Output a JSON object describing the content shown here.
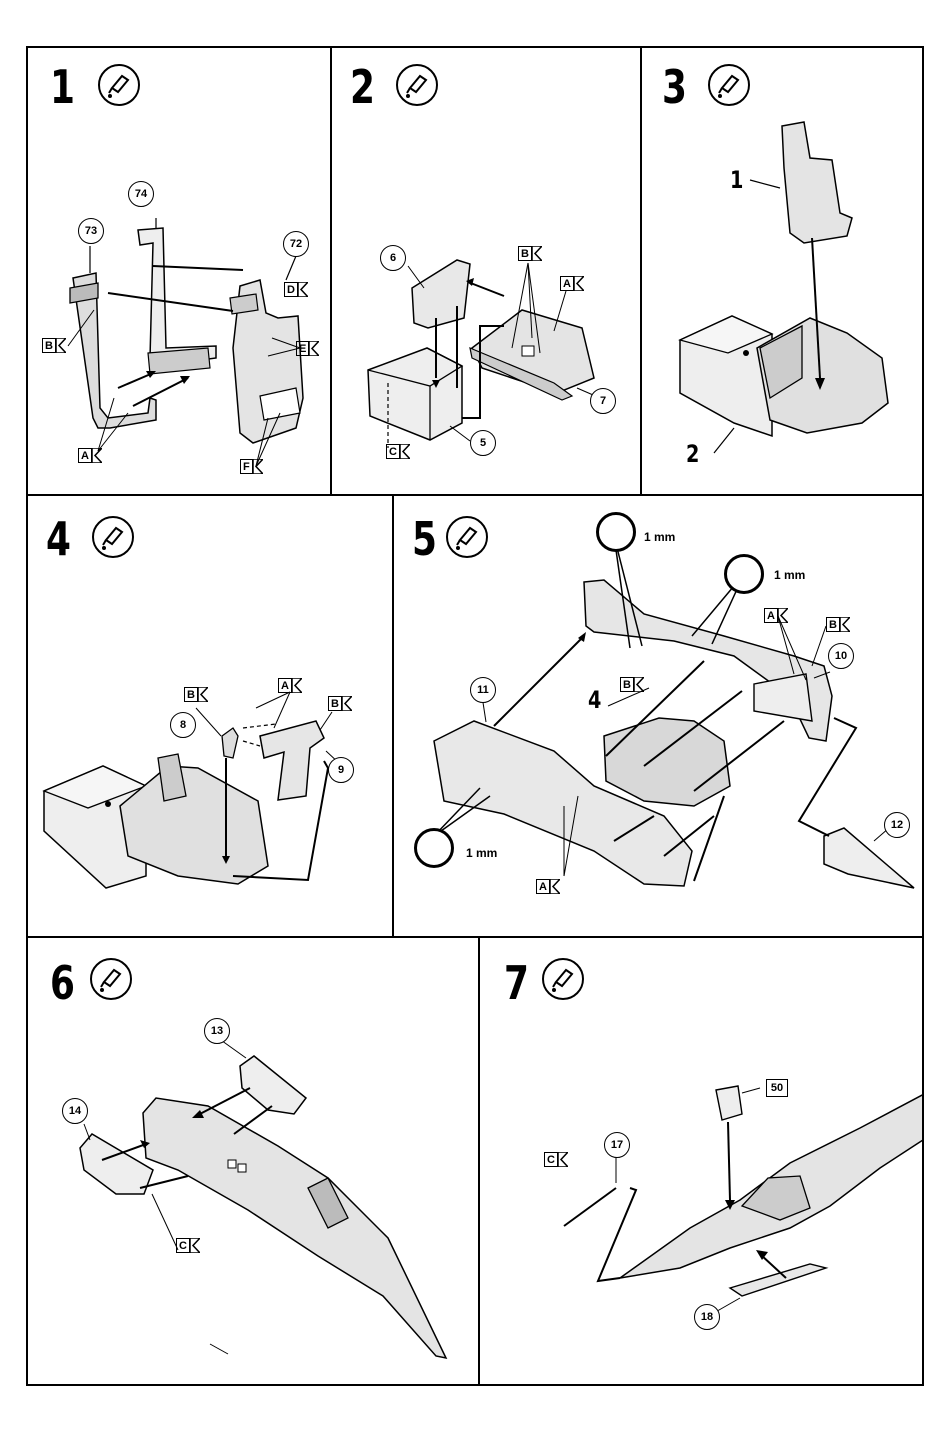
{
  "steps": [
    {
      "number": "1",
      "parts": [
        "74",
        "73",
        "72"
      ],
      "flags": [
        "D",
        "B",
        "E",
        "A",
        "F"
      ]
    },
    {
      "number": "2",
      "parts": [
        "6",
        "7",
        "5"
      ],
      "flags": [
        "B",
        "A",
        "C"
      ]
    },
    {
      "number": "3",
      "labels": [
        "1",
        "2"
      ]
    },
    {
      "number": "4",
      "parts": [
        "8",
        "9"
      ],
      "flags": [
        "B",
        "A",
        "B"
      ]
    },
    {
      "number": "5",
      "parts": [
        "11",
        "10",
        "12"
      ],
      "flags": [
        "A",
        "B",
        "B",
        "A"
      ],
      "labels": [
        "4"
      ],
      "drill_size": "1 mm"
    },
    {
      "number": "6",
      "parts": [
        "13",
        "14"
      ],
      "flags": [
        "C"
      ]
    },
    {
      "number": "7",
      "parts": [
        "17",
        "18"
      ],
      "boxed_parts": [
        "50"
      ],
      "flags": [
        "C"
      ]
    }
  ],
  "icons": {
    "glue": "glue-tube-icon",
    "drill": "drill-icon"
  }
}
